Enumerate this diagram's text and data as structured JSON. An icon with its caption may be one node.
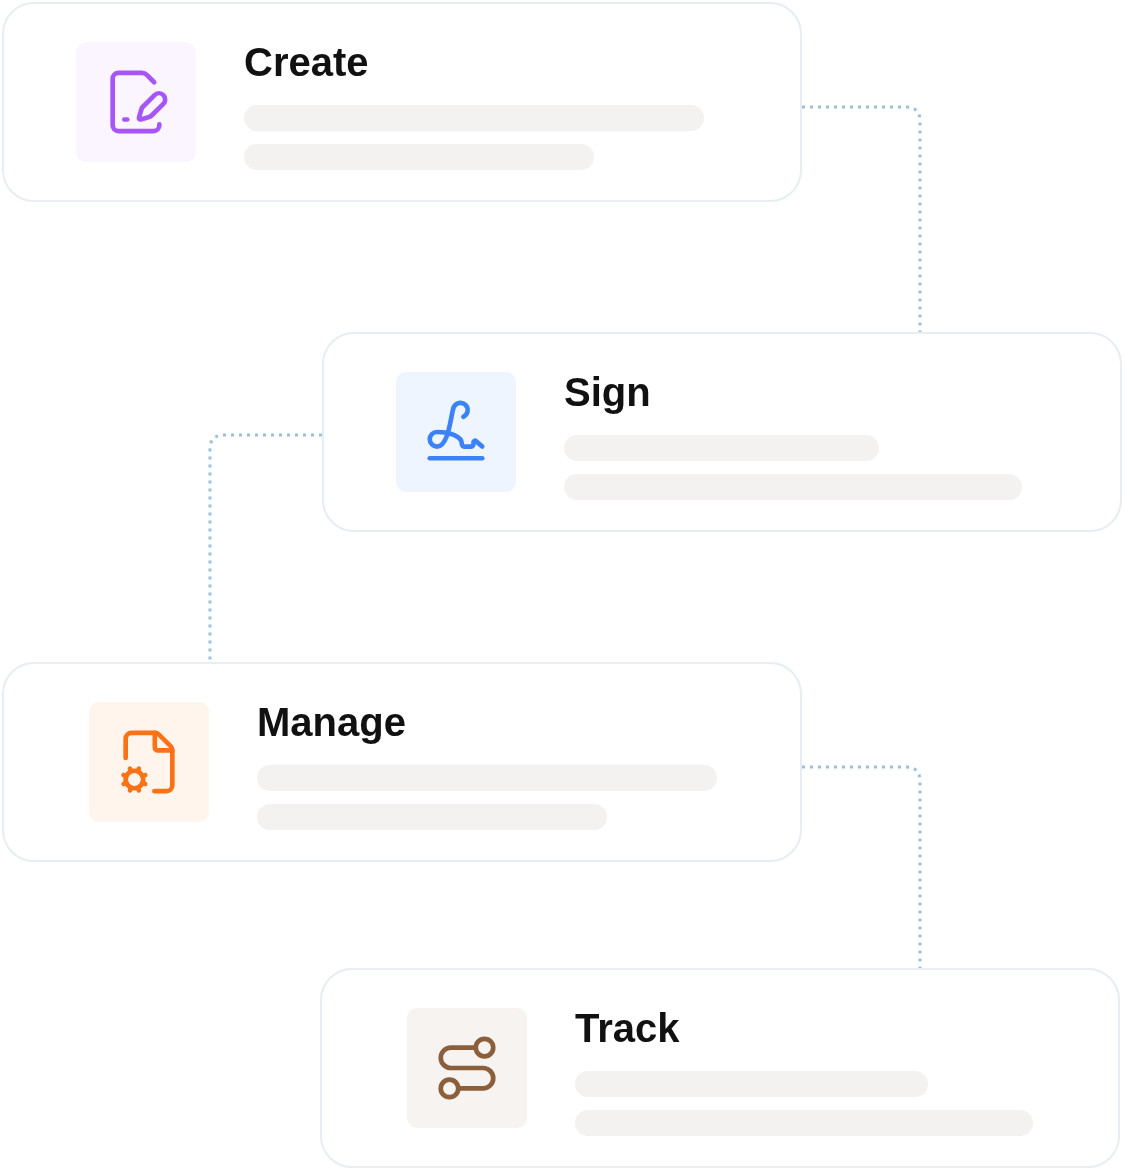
{
  "diagram": {
    "nodes": [
      {
        "text": [
          "Create"
        ]
      },
      {
        "text": [
          "Sign"
        ]
      },
      {
        "text": [
          "Manage"
        ]
      },
      {
        "text": [
          "Track"
        ]
      }
    ],
    "edges": [
      {
        "from": 0,
        "to": 1,
        "arrow": "none",
        "style": "dashed"
      },
      {
        "from": 1,
        "to": 2,
        "arrow": "none",
        "style": "dashed"
      },
      {
        "from": 2,
        "to": 3,
        "arrow": "none",
        "style": "dashed"
      }
    ]
  }
}
